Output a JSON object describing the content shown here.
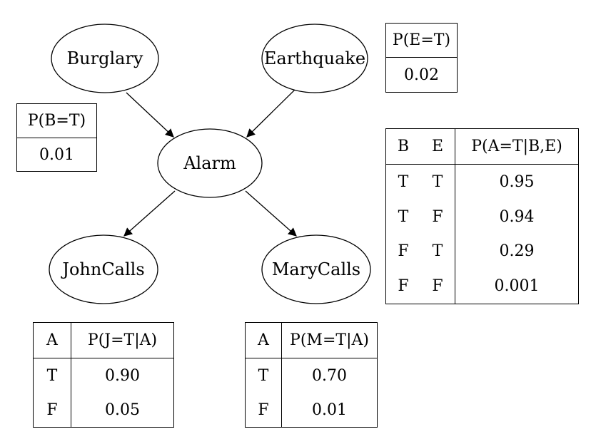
{
  "nodes": {
    "burglary": "Burglary",
    "earthquake": "Earthquake",
    "alarm": "Alarm",
    "johncalls": "JohnCalls",
    "marycalls": "MaryCalls"
  },
  "cpt_e": {
    "header": "P(E=T)",
    "value": "0.02"
  },
  "cpt_b": {
    "header": "P(B=T)",
    "value": "0.01"
  },
  "cpt_a": {
    "headers": [
      "B",
      "E",
      "P(A=T|B,E)"
    ],
    "rows": [
      [
        "T",
        "T",
        "0.95"
      ],
      [
        "T",
        "F",
        "0.94"
      ],
      [
        "F",
        "T",
        "0.29"
      ],
      [
        "F",
        "F",
        "0.001"
      ]
    ]
  },
  "cpt_j": {
    "headers": [
      "A",
      "P(J=T|A)"
    ],
    "rows": [
      [
        "T",
        "0.90"
      ],
      [
        "F",
        "0.05"
      ]
    ]
  },
  "cpt_m": {
    "headers": [
      "A",
      "P(M=T|A)"
    ],
    "rows": [
      [
        "T",
        "0.70"
      ],
      [
        "F",
        "0.01"
      ]
    ]
  }
}
